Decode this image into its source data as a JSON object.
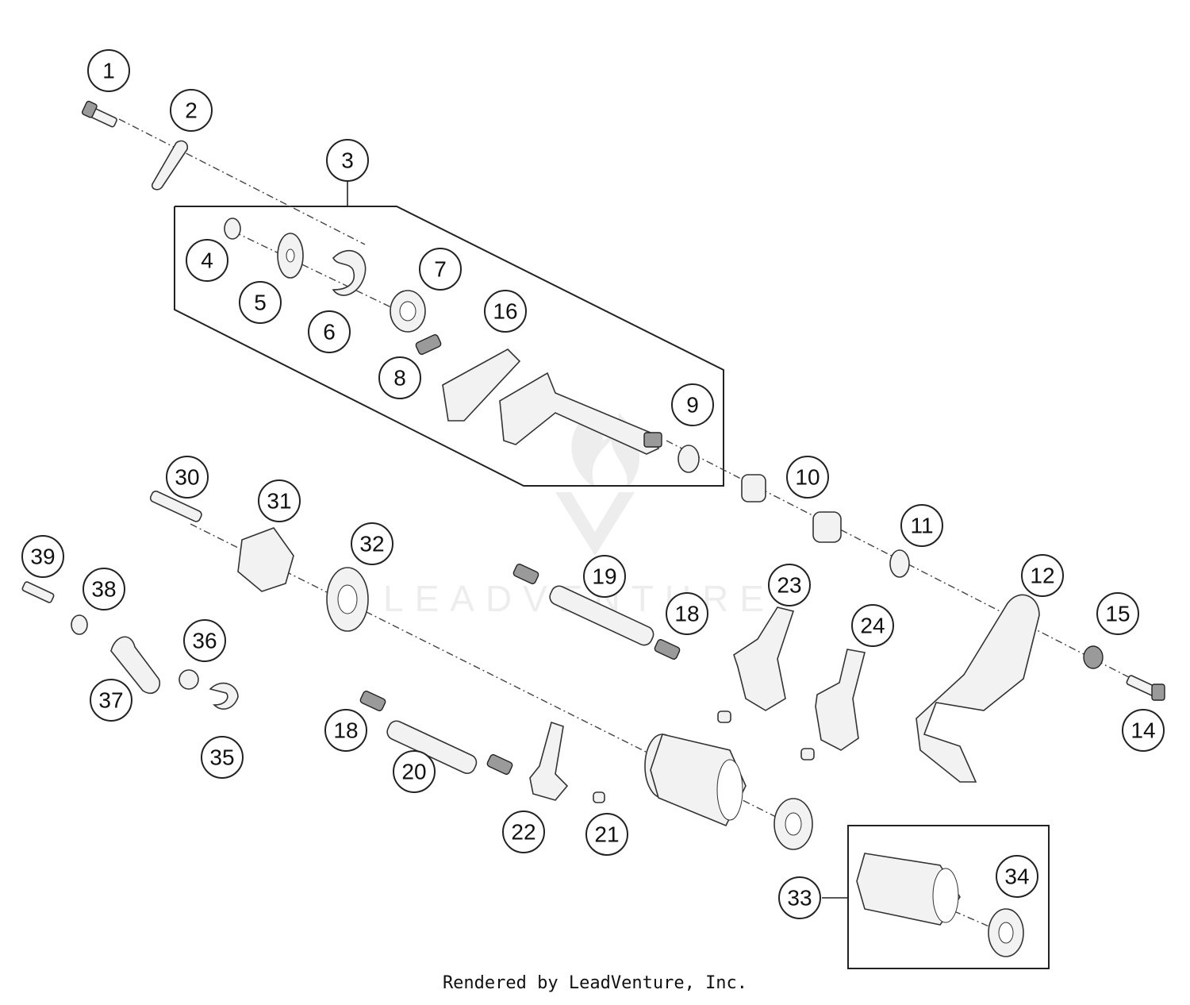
{
  "diagram": {
    "callouts": [
      "1",
      "2",
      "3",
      "4",
      "5",
      "6",
      "7",
      "8",
      "9",
      "10",
      "11",
      "12",
      "14",
      "15",
      "16",
      "18",
      "18",
      "19",
      "20",
      "21",
      "22",
      "23",
      "24",
      "30",
      "31",
      "32",
      "33",
      "34",
      "35",
      "36",
      "37",
      "38",
      "39"
    ]
  },
  "footer": {
    "text": "Rendered by LeadVenture, Inc."
  },
  "watermark": {
    "text": "LEADVENTURE"
  },
  "colors": {
    "line": "#222222",
    "part_fill": "#f2f2f2",
    "watermark": "#dcdcdc"
  }
}
